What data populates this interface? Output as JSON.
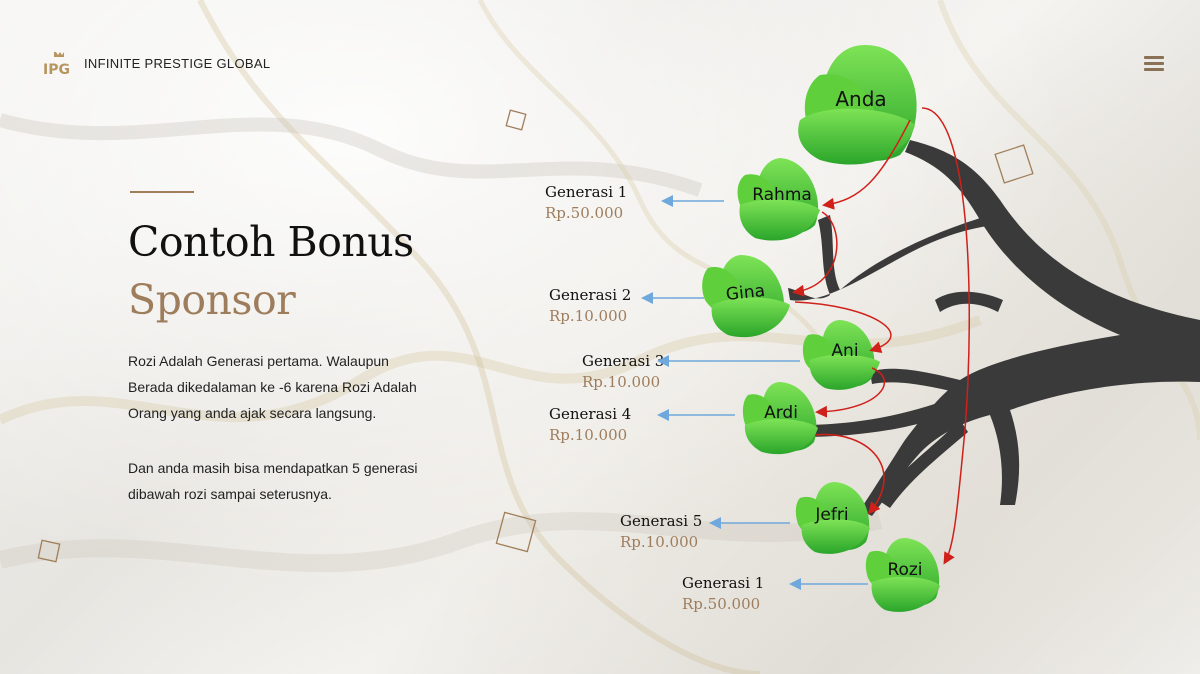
{
  "brand": {
    "name": "INFINITE PRESTIGE GLOBAL",
    "logo_text": "IPG"
  },
  "menu": {
    "icon": "hamburger-menu-icon"
  },
  "heading": {
    "line1": "Contoh Bonus",
    "line2": "Sponsor"
  },
  "body": {
    "paragraph1_lines": [
      "Rozi Adalah Generasi pertama. Walaupun",
      "Berada dikedalaman ke -6 karena  Rozi Adalah",
      "Orang yang anda ajak secara langsung."
    ],
    "paragraph2_lines": [
      "Dan anda masih bisa mendapatkan 5 generasi",
      "dibawah rozi sampai seterusnya."
    ]
  },
  "tree": {
    "nodes": [
      "Anda",
      "Rahma",
      "Gina",
      "Ani",
      "Ardi",
      "Jefri",
      "Rozi"
    ]
  },
  "generations": [
    {
      "label": "Generasi 1",
      "amount": "Rp.50.000"
    },
    {
      "label": "Generasi 2",
      "amount": "Rp.10.000"
    },
    {
      "label": "Generasi 3",
      "amount": "Rp.10.000"
    },
    {
      "label": "Generasi 4",
      "amount": "Rp.10.000"
    },
    {
      "label": "Generasi 5",
      "amount": "Rp.10.000"
    },
    {
      "label": "Generasi 1",
      "amount": "Rp.50.000"
    }
  ],
  "colors": {
    "accent_gold": "#9e7d5c",
    "leaf_green": "#4cbf2e",
    "branch_dark": "#3a3a3a",
    "arrow_red": "#d0201a",
    "arrow_blue": "#6fa8dc"
  }
}
